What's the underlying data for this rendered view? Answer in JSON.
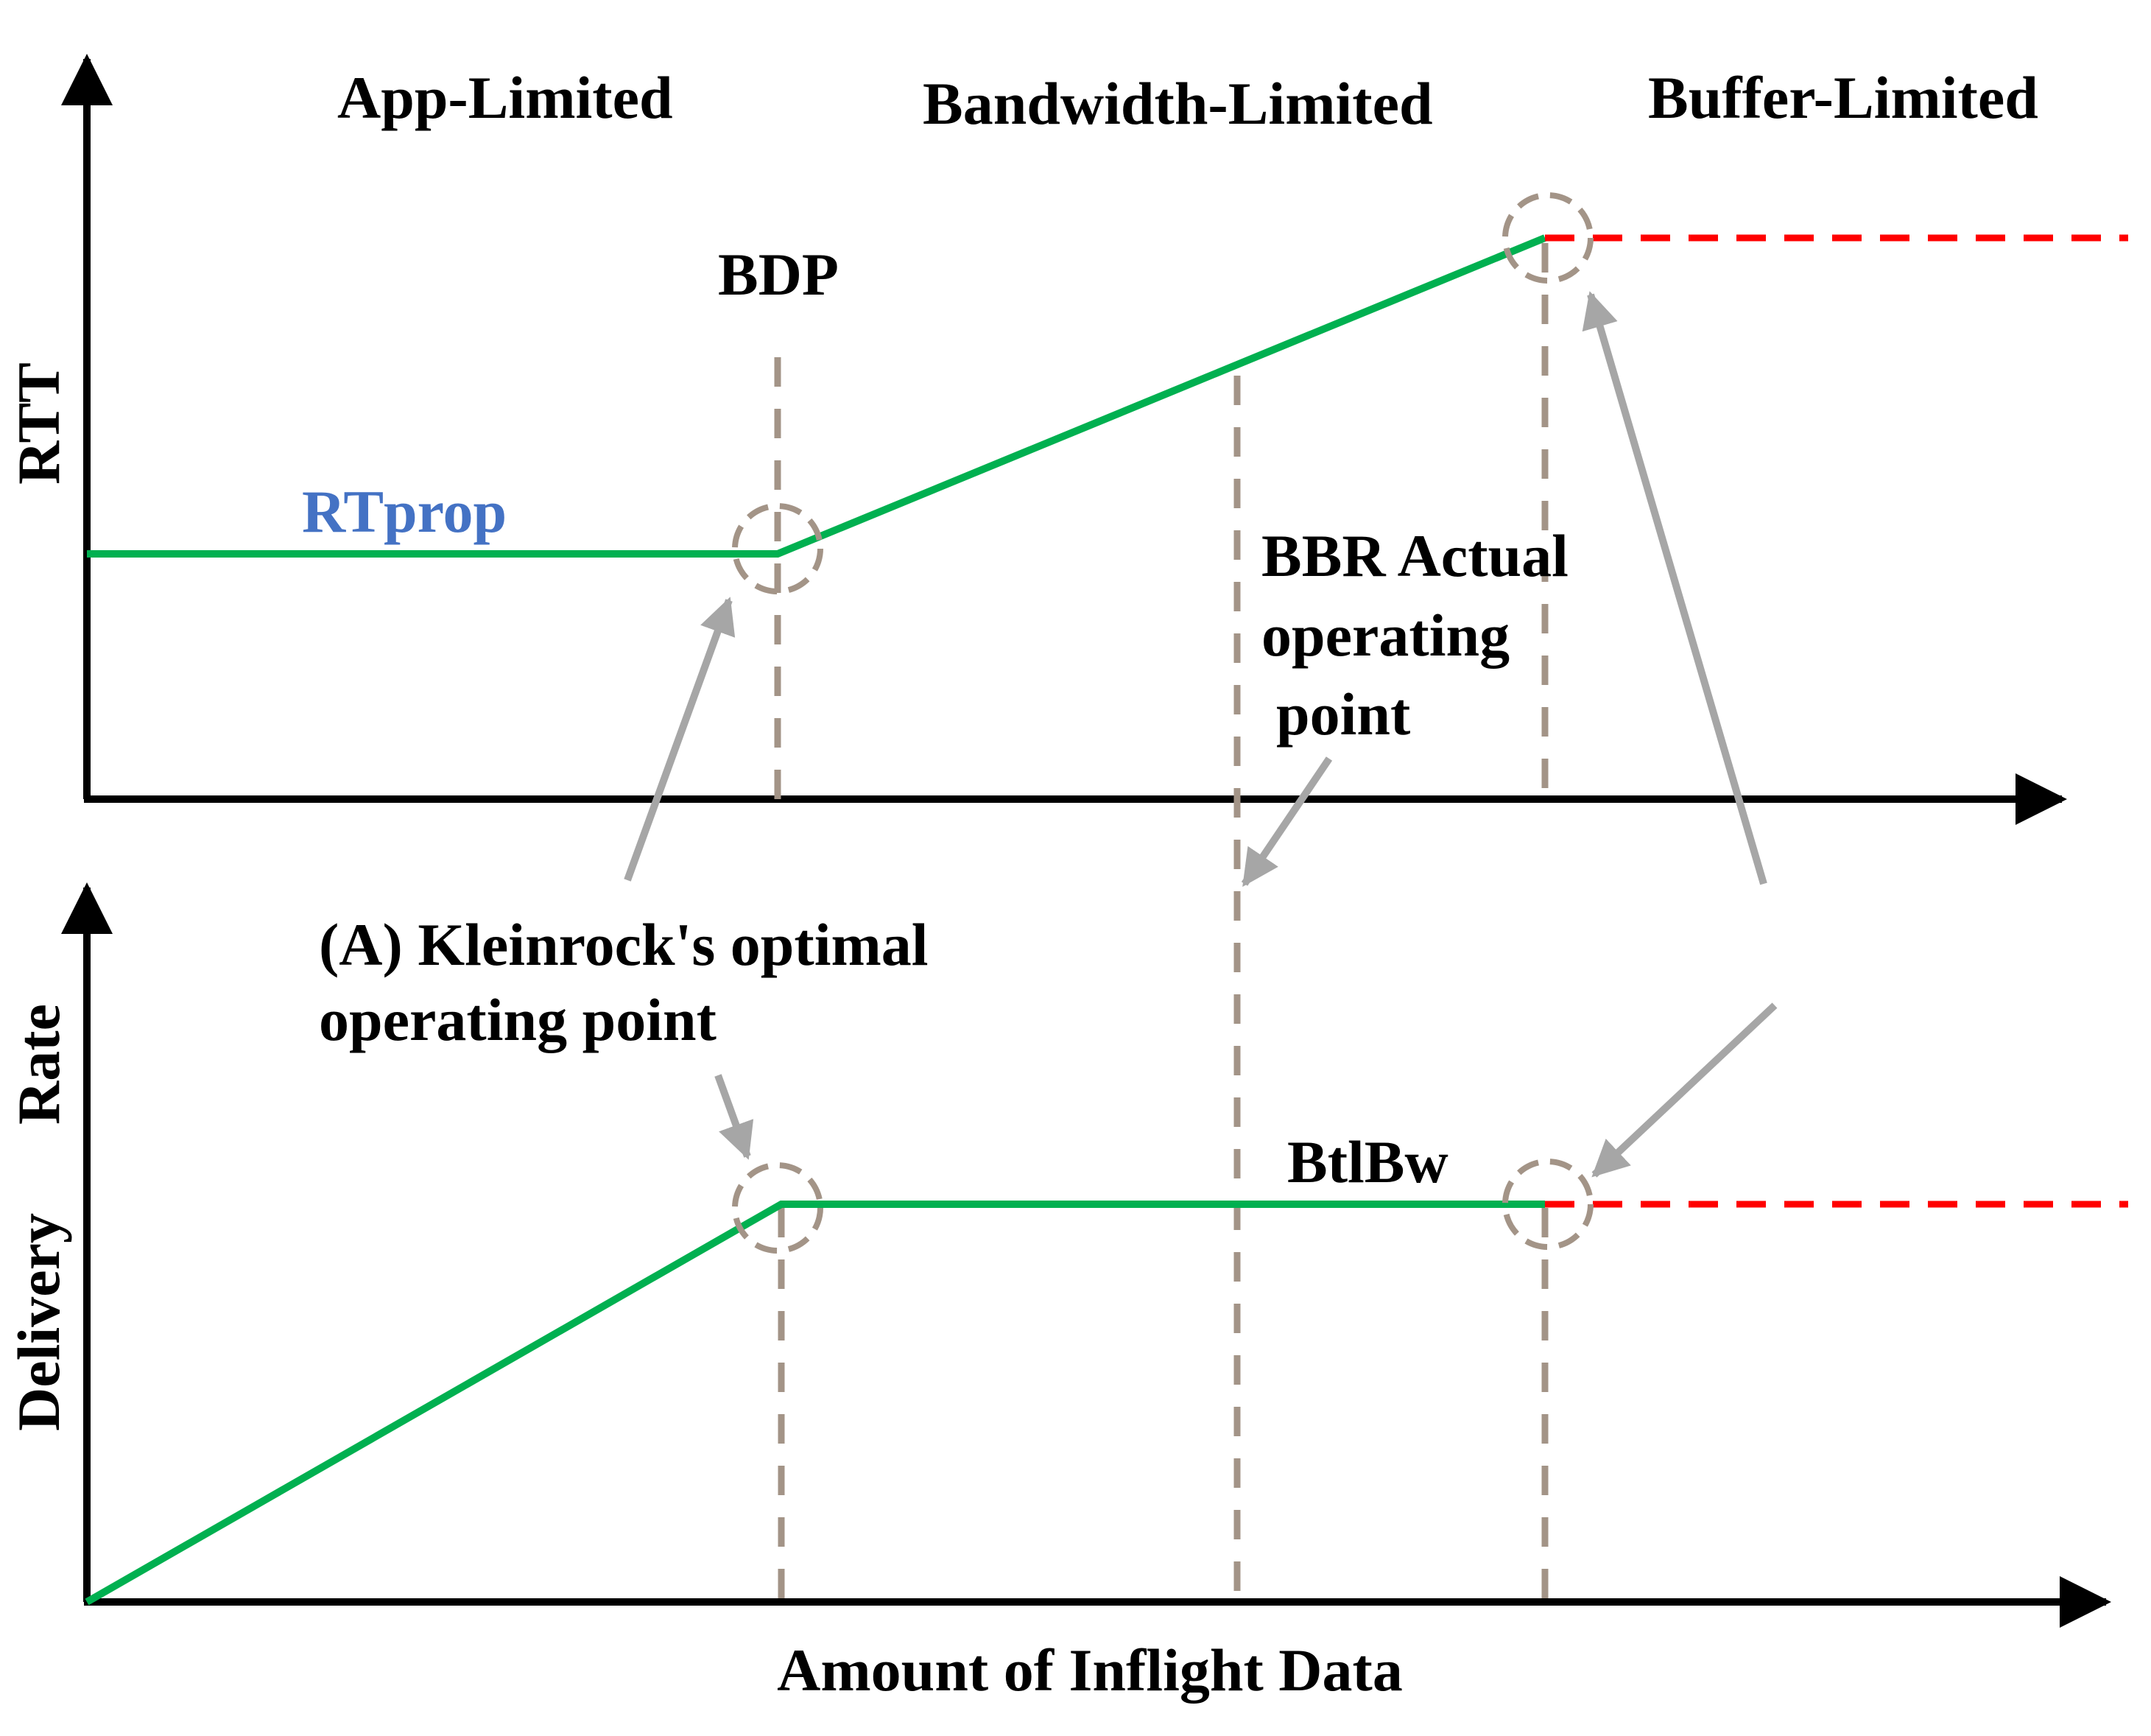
{
  "regions": {
    "app_limited": "App-Limited",
    "bandwidth_limited": "Bandwidth-Limited",
    "buffer_limited": "Buffer-Limited"
  },
  "axes": {
    "top_y_label": "RTT",
    "bottom_y_label_line1": "Delivery",
    "bottom_y_label_line2": "Rate",
    "x_label": "Amount of Inflight Data"
  },
  "annotations": {
    "bdp": "BDP",
    "rtprop": "RTprop",
    "btlbw": "BtlBw",
    "bbr_line1": "BBR Actual",
    "bbr_line2": "operating",
    "bbr_line3": "point",
    "kleinrock_line1": "(A) Kleinrock's optimal",
    "kleinrock_line2": "operating point"
  },
  "colors": {
    "curve": "#00B050",
    "overflow": "#FF0000",
    "guide": "#A39487",
    "arrow": "#A6A6A6",
    "axis": "#000000",
    "rtprop_text": "#4472C4"
  }
}
